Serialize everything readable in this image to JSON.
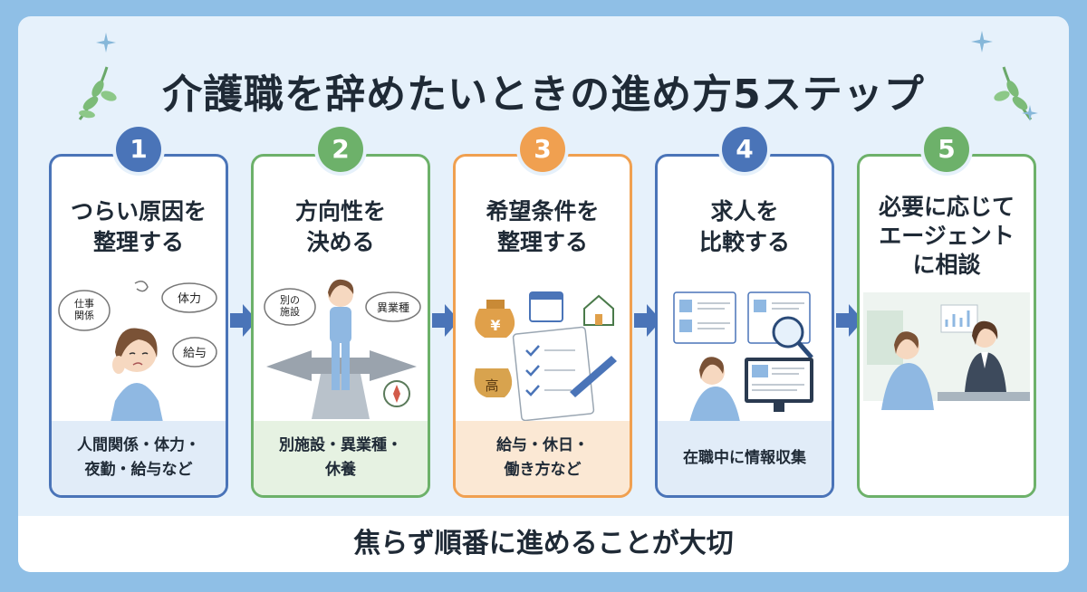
{
  "title": "介護職を辞めたいときの進め方5ステップ",
  "steps": [
    {
      "number": "1",
      "heading": "つらい原因を\n整理する",
      "footer": "人間関係・体力・\n夜勤・給与など",
      "bubbles": [
        "仕事\n関係",
        "体力",
        "給与"
      ]
    },
    {
      "number": "2",
      "heading": "方向性を\n決める",
      "footer": "別施設・異業種・\n休養",
      "labels": [
        "別の\n施設",
        "異業種"
      ]
    },
    {
      "number": "3",
      "heading": "希望条件を\n整理する",
      "footer": "給与・休日・\n働き方など",
      "labels": [
        "¥",
        "高"
      ]
    },
    {
      "number": "4",
      "heading": "求人を\n比較する",
      "footer": "在職中に情報収集"
    },
    {
      "number": "5",
      "heading": "必要に応じて\nエージェント\nに相談",
      "footer": ""
    }
  ],
  "bottom_message": "焦らず順番に進めることが大切",
  "colors": {
    "blue": "#4a74b8",
    "green": "#6db16a",
    "orange": "#f0a050",
    "background": "#8fbfe6",
    "panel": "#e6f1fb"
  }
}
